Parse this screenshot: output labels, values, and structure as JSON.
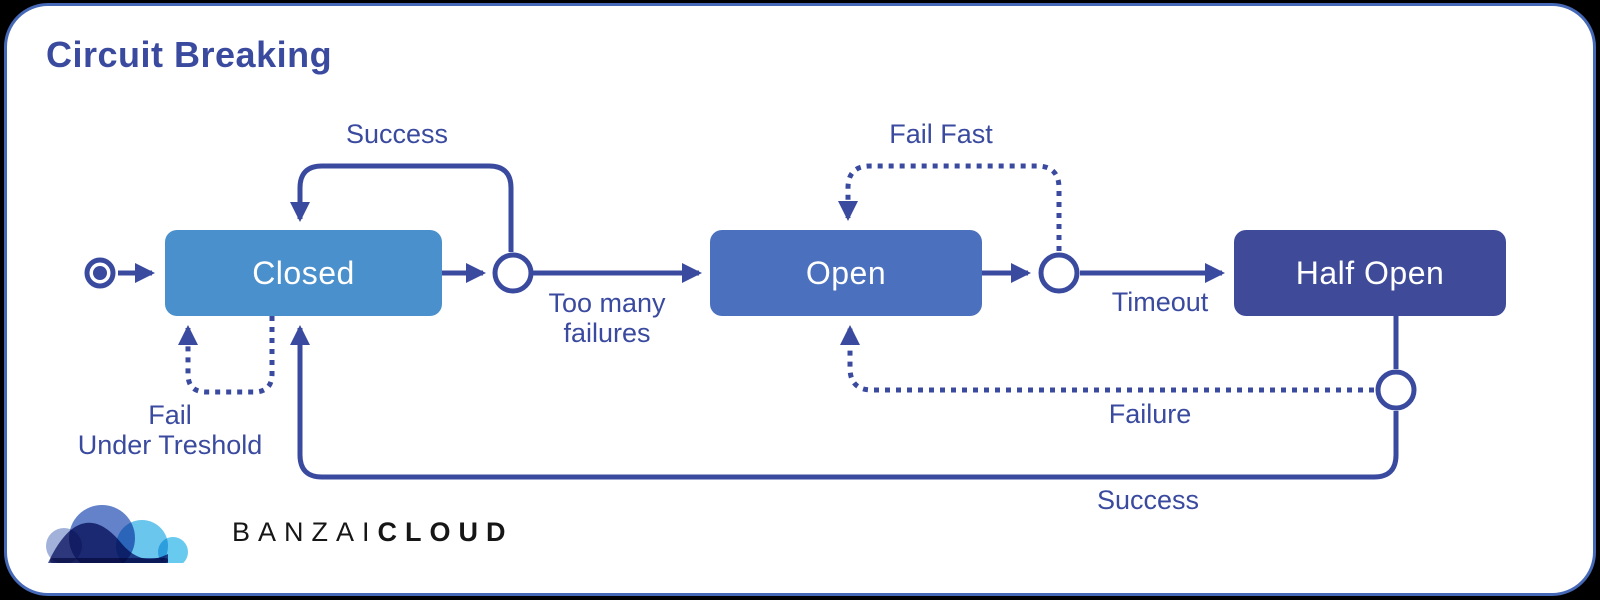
{
  "title": "Circuit Breaking",
  "colors": {
    "line": "#3a4a9f",
    "panel_border": "#4568b7",
    "state_closed": "#4a90cc",
    "state_open": "#4a70be",
    "state_half_open": "#3f4b99",
    "label_text": "#3a4a9f",
    "state_text": "#ffffff"
  },
  "states": {
    "closed": {
      "label": "Closed"
    },
    "open": {
      "label": "Open"
    },
    "half_open": {
      "label": "Half Open"
    }
  },
  "transitions": {
    "success_top": {
      "label": "Success",
      "from": "Closed",
      "to": "Closed",
      "style": "solid"
    },
    "too_many_failures": {
      "label": "Too many failures",
      "line1": "Too many",
      "line2": "failures",
      "from": "Closed",
      "to": "Open",
      "style": "solid"
    },
    "fail_fast": {
      "label": "Fail Fast",
      "from": "Open",
      "to": "Open",
      "style": "dotted"
    },
    "timeout": {
      "label": "Timeout",
      "from": "Open",
      "to": "Half Open",
      "style": "solid"
    },
    "failure": {
      "label": "Failure",
      "from": "Half Open",
      "to": "Open",
      "style": "dotted"
    },
    "success_bottom": {
      "label": "Success",
      "from": "Half Open",
      "to": "Closed",
      "style": "solid"
    },
    "fail_under_treshold": {
      "label": "Fail Under Treshold",
      "line1": "Fail",
      "line2": "Under Treshold",
      "from": "Closed",
      "to": "Closed",
      "style": "dotted"
    }
  },
  "logo": {
    "brand_thin": "BANZAI",
    "brand_bold": "CLOUD"
  }
}
